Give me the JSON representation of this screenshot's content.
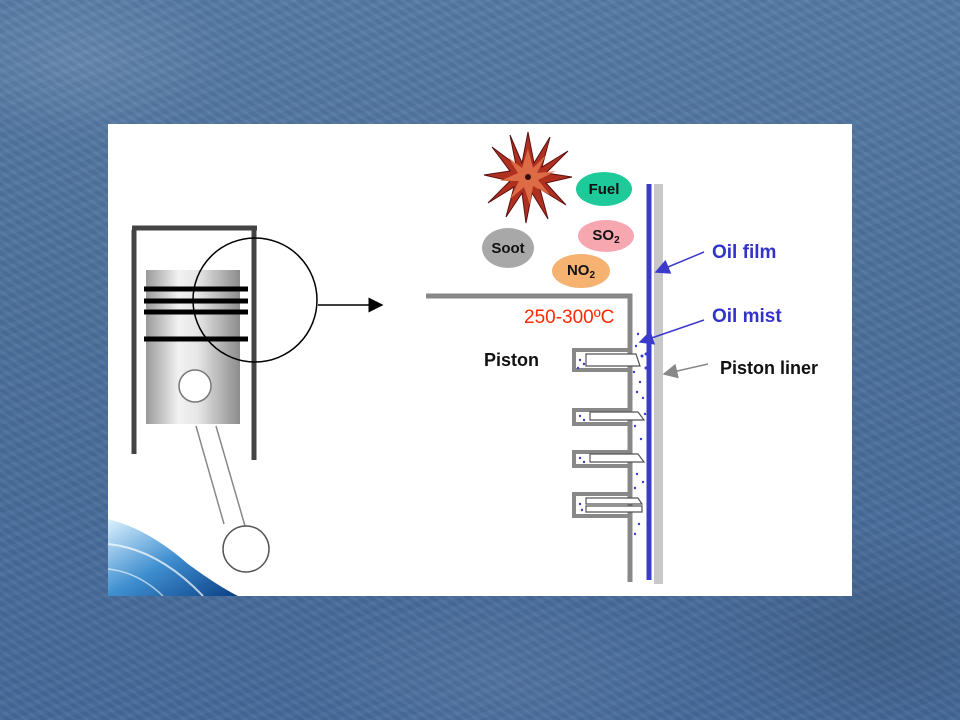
{
  "slide": {
    "background_color": "#4a6f9b",
    "panel_color": "#ffffff"
  },
  "labels": {
    "fuel": "Fuel",
    "so2": {
      "base": "SO",
      "sub": "2"
    },
    "soot": "Soot",
    "no2": {
      "base": "NO",
      "sub": "2"
    },
    "temperature": "250-300ºC",
    "piston": "Piston",
    "oil_film": "Oil film",
    "oil_mist": "Oil mist",
    "piston_liner": "Piston liner"
  },
  "colors": {
    "fuel_bubble": "#1ec99a",
    "so2_bubble": "#f7a7b0",
    "soot_bubble": "#a8a8a8",
    "no2_bubble": "#f5b270",
    "temperature_text": "#ff2a00",
    "oil_label": "#3333cc",
    "oil_film_line": "#3a3acc",
    "liner": "#c8c8c8",
    "explosion": "#c0392b"
  },
  "icons": {
    "explosion": "explosion-icon",
    "arrow": "arrow-right-icon"
  }
}
